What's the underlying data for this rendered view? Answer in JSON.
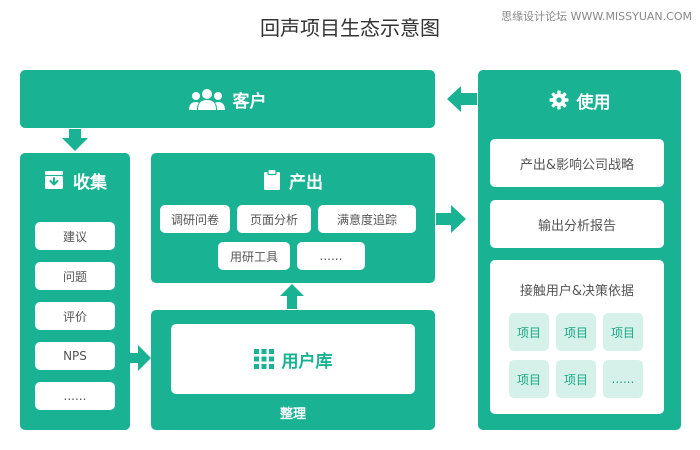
{
  "title": "回声项目生态示意图",
  "watermark": "思缘设计论坛 WWW.MISSYUAN.COM",
  "customer": {
    "label": "客户",
    "icon": "users-icon"
  },
  "usage": {
    "label": "使用",
    "icon": "gear-icon",
    "items": [
      "产出&影响公司战略",
      "输出分析报告"
    ],
    "basis": {
      "label": "接触用户&决策依据",
      "items": [
        "项目",
        "项目",
        "项目",
        "项目",
        "项目",
        "......"
      ]
    }
  },
  "collect": {
    "label": "收集",
    "icon": "inbox-icon",
    "items": [
      "建议",
      "问题",
      "评价",
      "NPS",
      "......"
    ]
  },
  "output": {
    "label": "产出",
    "icon": "clipboard-icon",
    "items": [
      "调研问卷",
      "页面分析",
      "满意度追踪",
      "用研工具",
      "......"
    ]
  },
  "library": {
    "label": "用户库",
    "icon": "grid-icon",
    "caption": "整理"
  },
  "colors": {
    "accent": "#19b394",
    "light": "#d5f1ea"
  }
}
